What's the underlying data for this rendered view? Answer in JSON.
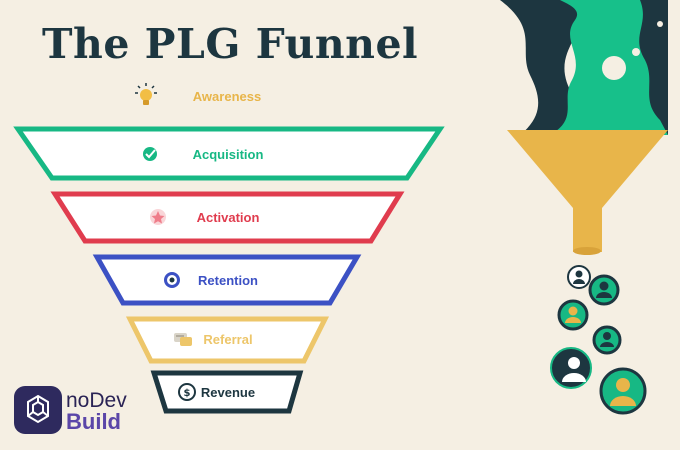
{
  "title": "The PLG Funnel",
  "stages": [
    {
      "label": "Awareness",
      "color": "#e8b54a",
      "icon": "lightbulb-icon"
    },
    {
      "label": "Acquisition",
      "color": "#17b884",
      "icon": "checkmark-icon"
    },
    {
      "label": "Activation",
      "color": "#e03c4e",
      "icon": "star-icon"
    },
    {
      "label": "Retention",
      "color": "#3c51c4",
      "icon": "target-icon"
    },
    {
      "label": "Referral",
      "color": "#edc66a",
      "icon": "chat-bubble-icon"
    },
    {
      "label": "Revenue",
      "color": "#1d3640",
      "icon": "dollar-icon"
    }
  ],
  "logo": {
    "line1": "noDev",
    "line2": "Build"
  },
  "colors": {
    "navy": "#1d3640",
    "teal": "#17c08a",
    "mustard": "#e8b54a",
    "cream": "#f5efe3"
  }
}
